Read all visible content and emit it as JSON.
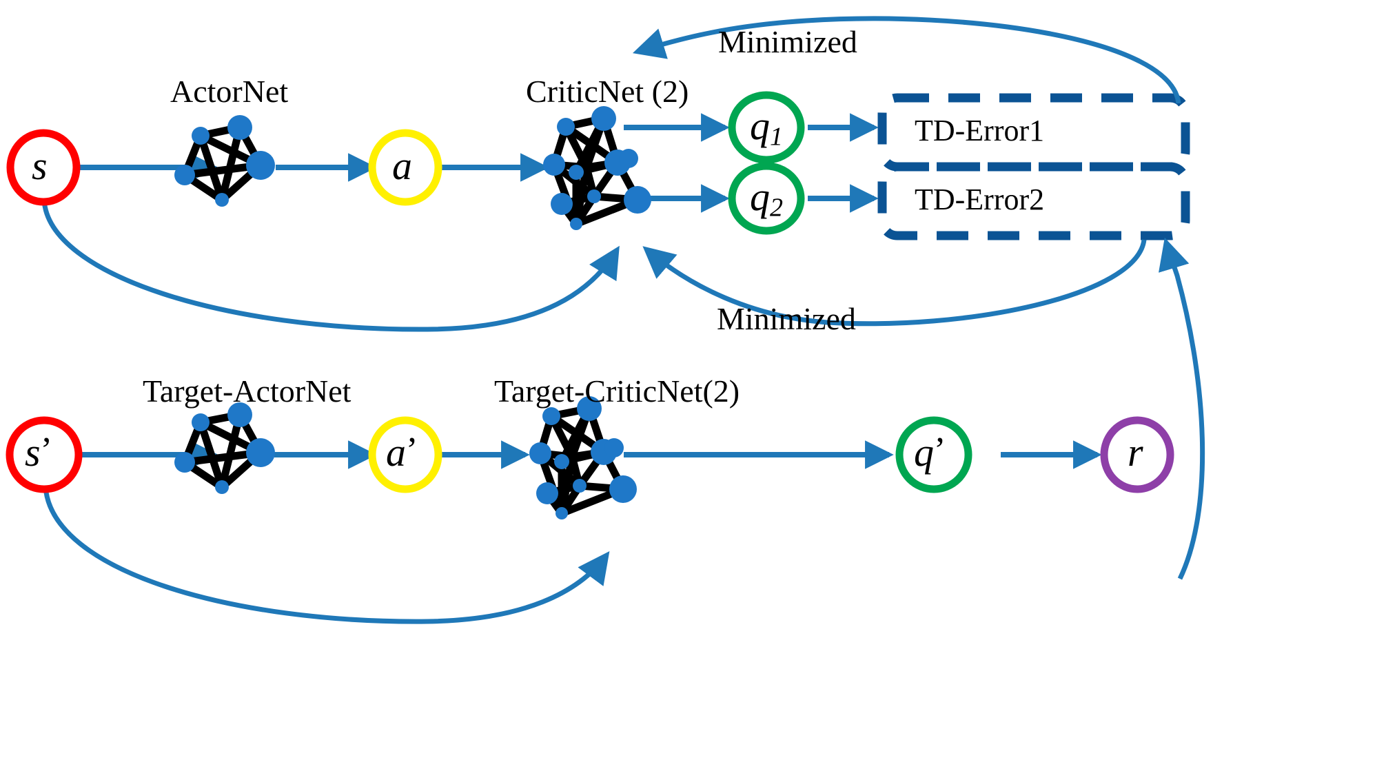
{
  "figure": {
    "title": "TD3 Actor-Critic architecture diagram",
    "background_color": "#FFFFFF"
  },
  "colors": {
    "arrow_blue": "#1F78B8",
    "box_dark_blue": "#0B5394",
    "node_red": "#FF0000",
    "node_yellow": "#FFF000",
    "node_green": "#00A651",
    "node_purple": "#8E3FA8",
    "graph_node_blue": "#1F78C8",
    "graph_edge_black": "#000000",
    "text_black": "#000000"
  },
  "nodes": {
    "state": {
      "label": "s",
      "prime": "",
      "color": "#FF0000"
    },
    "action": {
      "label": "a",
      "prime": "",
      "color": "#FFF000"
    },
    "q1": {
      "label": "q",
      "sub": "1",
      "color": "#00A651"
    },
    "q2": {
      "label": "q",
      "sub": "2",
      "color": "#00A651"
    },
    "next_state": {
      "label": "s",
      "prime": "’",
      "color": "#FF0000"
    },
    "next_action": {
      "label": "a",
      "prime": "’",
      "color": "#FFF000"
    },
    "q_target": {
      "label": "q",
      "prime": "’",
      "color": "#00A651"
    },
    "reward": {
      "label": "r",
      "prime": "",
      "color": "#8E3FA8"
    }
  },
  "network_labels": {
    "actor_net": "ActorNet",
    "critic_net": "CriticNet (2)",
    "target_actor_net": "Target-ActorNet",
    "target_critic_net": "Target-CriticNet(2)"
  },
  "boxes": {
    "td_error_1": "TD-Error1",
    "td_error_2": "TD-Error2"
  },
  "annotations": {
    "minimized_top": "Minimized",
    "minimized_bottom": "Minimized"
  }
}
